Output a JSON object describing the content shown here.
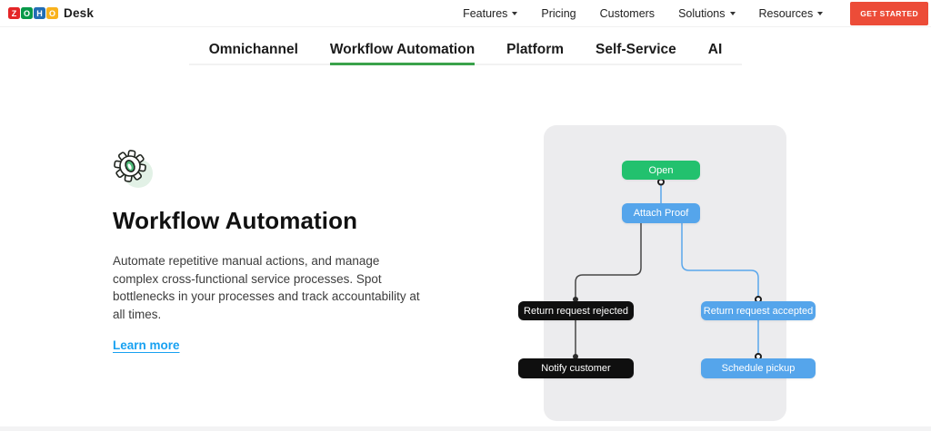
{
  "header": {
    "logo_letters": [
      {
        "char": "Z",
        "color": "#E42527"
      },
      {
        "char": "O",
        "color": "#089949"
      },
      {
        "char": "H",
        "color": "#226DB4"
      },
      {
        "char": "O",
        "color": "#F9B21D"
      }
    ],
    "product": "Desk",
    "nav": [
      {
        "label": "Features",
        "dropdown": true
      },
      {
        "label": "Pricing",
        "dropdown": false
      },
      {
        "label": "Customers",
        "dropdown": false
      },
      {
        "label": "Solutions",
        "dropdown": true
      },
      {
        "label": "Resources",
        "dropdown": true
      }
    ],
    "cta_label": "GET STARTED",
    "cta_color": "#ec4c38"
  },
  "tabs": {
    "active_underline_color": "#3aa24b",
    "items": [
      {
        "label": "Omnichannel",
        "active": false
      },
      {
        "label": "Workflow Automation",
        "active": true
      },
      {
        "label": "Platform",
        "active": false
      },
      {
        "label": "Self-Service",
        "active": false
      },
      {
        "label": "AI",
        "active": false
      }
    ]
  },
  "content": {
    "icon": "gear-icon",
    "title": "Workflow Automation",
    "description": "Automate repetitive manual actions, and manage complex cross-functional service processes. Spot bottlenecks in your processes and track accountability at all times.",
    "link_label": "Learn more",
    "link_color": "#18a1f1"
  },
  "diagram": {
    "panel_color": "#ececee",
    "nodes": [
      {
        "id": "open",
        "label": "Open",
        "color": "#22c16e"
      },
      {
        "id": "attach",
        "label": "Attach Proof",
        "color": "#55a5eb"
      },
      {
        "id": "rejected",
        "label": "Return request rejected",
        "color": "#0f0f0f"
      },
      {
        "id": "accepted",
        "label": "Return request accepted",
        "color": "#55a5eb"
      },
      {
        "id": "notify",
        "label": "Notify customer",
        "color": "#0f0f0f"
      },
      {
        "id": "schedule",
        "label": "Schedule pickup",
        "color": "#55a5eb"
      }
    ],
    "edges": [
      {
        "from": "open",
        "to": "attach",
        "color": "#5aa7ec"
      },
      {
        "from": "attach",
        "to": "rejected",
        "color": "#474747"
      },
      {
        "from": "attach",
        "to": "accepted",
        "color": "#5aa7ec"
      },
      {
        "from": "rejected",
        "to": "notify",
        "color": "#474747"
      },
      {
        "from": "accepted",
        "to": "schedule",
        "color": "#5aa7ec"
      }
    ]
  }
}
